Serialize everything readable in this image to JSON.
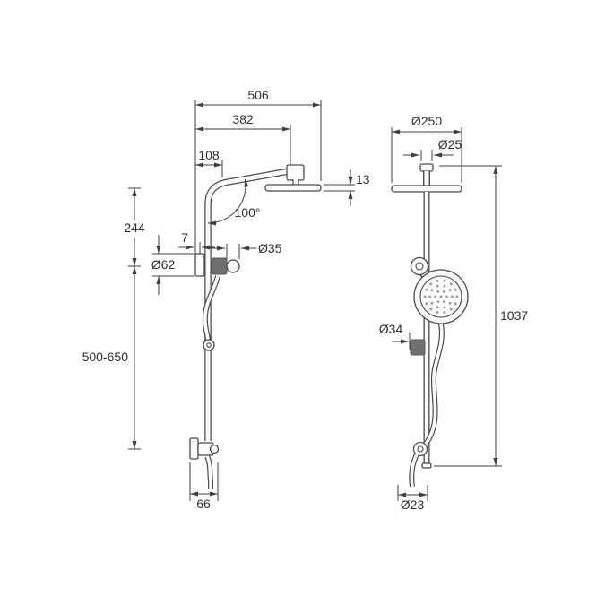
{
  "drawing": {
    "type": "technical-dimension-drawing",
    "subject": "shower-column-with-rain-head-and-hand-shower",
    "colors": {
      "line-color": "#4a4a4a",
      "dim-color": "#3f3f3f",
      "text-color": "#2e2e2e",
      "shape-fill": "#fbfbfb",
      "slider-fill": "#707070",
      "background": "#ffffff"
    },
    "side_view": {
      "overall_width": "506",
      "arm_reach": "382",
      "arm_offset": "108",
      "head_thickness": "13",
      "arm_angle": "100°",
      "head_to_holder": "244",
      "flange_diameter": "Ø62",
      "plate_thickness": "7",
      "holder_diameter": "Ø35",
      "adjustable_range": "500-650",
      "base_width": "66"
    },
    "front_view": {
      "head_diameter": "Ø250",
      "pipe_diameter": "Ø25",
      "overall_height": "1037",
      "slider_diameter": "Ø34",
      "hose_diameter": "Ø23"
    }
  }
}
